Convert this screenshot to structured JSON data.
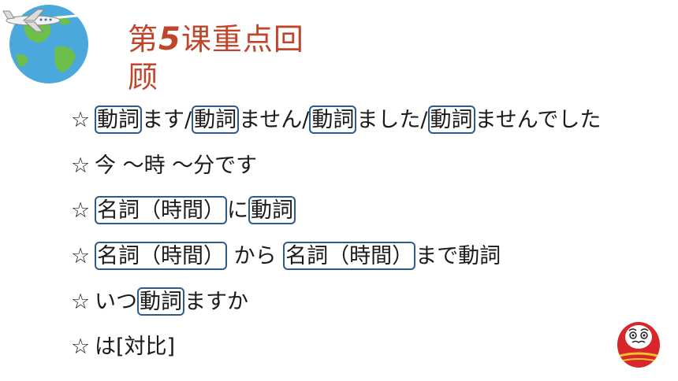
{
  "title": {
    "prefix": "第",
    "number": "5",
    "suffix": "课重点回顾"
  },
  "colors": {
    "title": "#c0452a",
    "box_border": "#2e5a8c",
    "globe_ocean": "#4aa8dd",
    "globe_land": "#6cbf4a",
    "daruma_red": "#d8262a"
  },
  "icons": [
    "globe-airplane-icon",
    "daruma-icon"
  ],
  "lines": {
    "l1": {
      "star": "☆",
      "b1": "動詞",
      "t1": "ます/",
      "b2": "動詞",
      "t2": "ません/",
      "b3": "動詞",
      "t3": "ました/",
      "b4": "動詞",
      "t4": "ませんでした"
    },
    "l2": {
      "star": "☆",
      "t1": "今 ～時 ～分です"
    },
    "l3": {
      "star": "☆",
      "b1": "名詞（時間）",
      "t1": "に",
      "b2": "動詞"
    },
    "l4": {
      "star": "☆",
      "b1": "名詞（時間）",
      "t1": " から ",
      "b2": "名詞（時間）",
      "t2": "まで動詞"
    },
    "l5": {
      "star": "☆",
      "t1": "いつ",
      "b1": "動詞",
      "t2": "ますか"
    },
    "l6": {
      "star": "☆",
      "t1": "は[対比]"
    }
  }
}
